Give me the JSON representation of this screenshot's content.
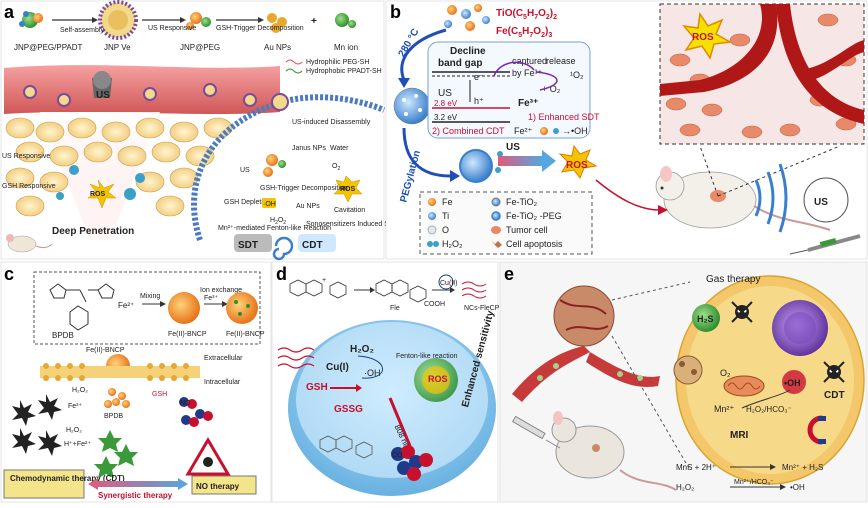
{
  "panel_a": {
    "label": "a",
    "top_row": [
      "JNP@PEG/PPADT",
      "JNP Ve",
      "JNP@PEG",
      "Au NPs",
      "Mn ion"
    ],
    "arrows": [
      "Self-assembly",
      "US Responsive",
      "GSH-Trigger Decomposition"
    ],
    "plus": "+",
    "legend": [
      "Hydrophilic PEG-SH",
      "Hydrophobic PPADT-SH"
    ],
    "us": "US",
    "us_responsive": "US Responsive",
    "gsh_responsive": "GSH Responsive",
    "ros": "ROS",
    "deep_penetration": "Deep Penetration",
    "sdt": "SDT",
    "cdt": "CDT",
    "us_disassembly": "US-induced Disassembly",
    "janus": "Janus NPs",
    "water": "Water",
    "o2": "O",
    "o2_sub": "2",
    "gsh_trigger": "GSH-Trigger Decomposition",
    "gsh_depletion": "GSH Depletion",
    "au_nps": "Au NPs",
    "cavitation": "Cavitation",
    "oh": "·OH",
    "h2o2": "H",
    "h2o2_2": "O",
    "mn_reaction": "Mn²⁺-mediated Fenton-like Reaction",
    "sono": "Sonosensitizers Induced SDT"
  },
  "panel_b": {
    "label": "b",
    "temp": "280 °C",
    "reagent1": "TiO(C",
    "reagent2": "Fe(C",
    "reagent_tail1": "H",
    "reagent_tail2": "O",
    "reagent_sub": [
      "5",
      "7",
      "2",
      ")",
      "2"
    ],
    "reagent_sub2": [
      "5",
      "7",
      "2",
      ")",
      "3"
    ],
    "decline": "Decline",
    "band_gap": "band gap",
    "captured": "captured",
    "by_fe": "by Fe³⁺",
    "release": "release",
    "o2_radical": "¹O₂",
    "plus_o2": "+ O₂",
    "us": "US",
    "e": "e⁻",
    "h": "h⁺",
    "fe3": "Fe³⁺",
    "ev1": "2.8 eV",
    "ev2": "3.2 eV",
    "enhanced": "1) Enhanced SDT",
    "combined": "2) Combined CDT",
    "fe2": "Fe²⁺",
    "oh_tail": "→•OH",
    "pegylation": "PEGylation",
    "us2": "US",
    "ros": "ROS",
    "ros_top": "ROS",
    "us_mouse": "US",
    "legend": [
      "Fe",
      "Ti",
      "O",
      "H₂O₂",
      "Fe-TiO₂",
      "Fe-TiO₂ -PEG",
      "Tumor cell",
      "Cell apoptosis"
    ]
  },
  "panel_c": {
    "label": "c",
    "bpdb": "BPDB",
    "mixing": "Mixing",
    "fe2": "Fe²⁺",
    "ion_exchange": "Ion exchange",
    "fe3": "Fe³⁺",
    "fe2_bncp": "Fe(II)-BNCP",
    "fe3_bncp": "Fe(II)-BNCP",
    "fe_bncp_mid": "Fe(II)-BNCP",
    "extracellular": "Extracellular",
    "intracellular": "Intracellular",
    "h2o2": "H₂O₂",
    "fe3b": "Fe³⁺",
    "bpdb2": "BPDB",
    "gsh": "GSH",
    "no": "NO",
    "h2o2b": "H₂O₂",
    "h_plus": "H⁺+Fe²⁺",
    "cdt_box": "Chemodynamic therapy (CDT)",
    "synergy": "Synergistic therapy",
    "no_therapy": "NO therapy"
  },
  "panel_d": {
    "label": "d",
    "fle": "Fle",
    "cu": "Cu(II)",
    "cooh": "COOH",
    "product": "NCs-FleCP",
    "h2o2": "H₂O₂",
    "cu1": "Cu(I)",
    "oh": "·OH",
    "fenton": "Fenton-like reaction",
    "gsh": "GSH",
    "gssg": "GSSG",
    "laser": "808 nm laser",
    "ros": "ROS",
    "enhanced": "Enhanced sensitivity",
    "co": "CO"
  },
  "panel_e": {
    "label": "e",
    "gas": "Gas therapy",
    "h2s": "H₂S",
    "o2": "O₂",
    "oh": "•OH",
    "cdt": "CDT",
    "mn": "Mn²⁺",
    "h2o2hco3": "H₂O₂/HCO₃⁻",
    "mri": "MRI",
    "eq1_left": "MnS + 2H⁺",
    "eq1_right": "Mn²⁺ + H₂S",
    "eq2_left": "H₂O₂",
    "eq2_mid": "Mn²⁺/HCO₃⁻",
    "eq2_right": "•OH"
  }
}
